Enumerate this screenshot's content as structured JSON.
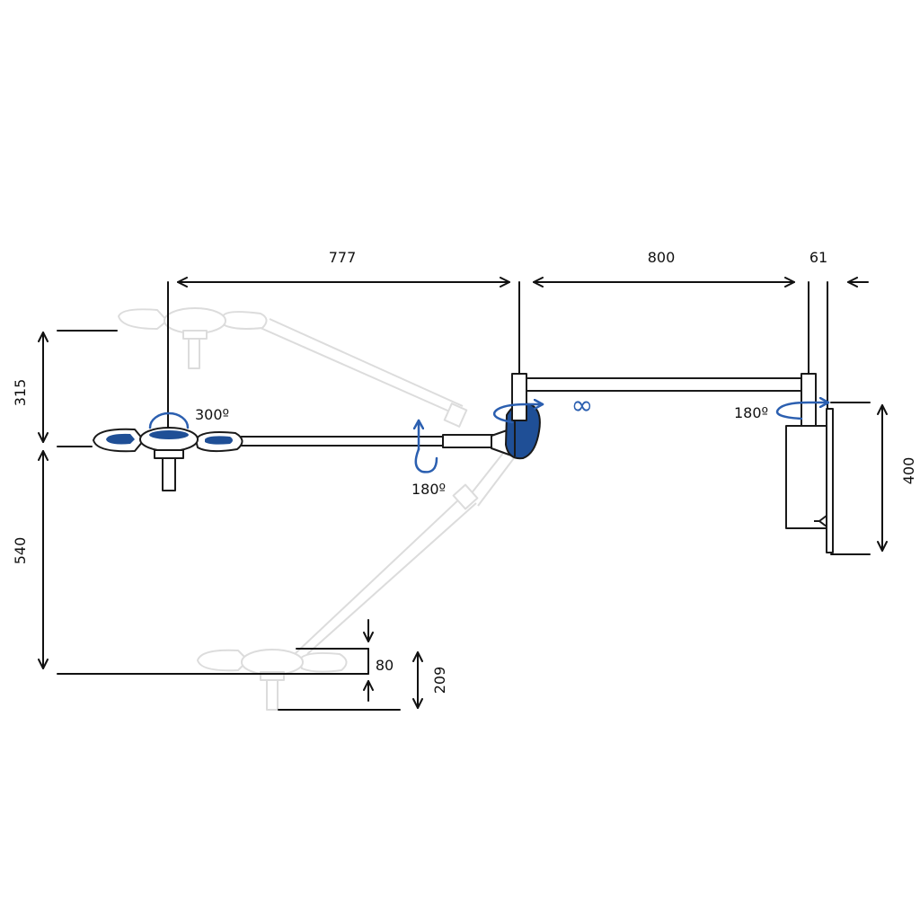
{
  "dimensions": {
    "reach_lamp": "777",
    "reach_arm": "800",
    "wall_offset": "61",
    "height_upper": "315",
    "height_lower": "540",
    "bracket_height": "400",
    "head_thickness": "80",
    "head_height": "209"
  },
  "rotations": {
    "head_angle": "300º",
    "arm_tilt": "180º",
    "bracket_angle": "180º",
    "joint_infinite": "∞"
  },
  "colors": {
    "accent": "#1f4f96",
    "ghost": "#dcdcdc",
    "line": "#111111"
  }
}
